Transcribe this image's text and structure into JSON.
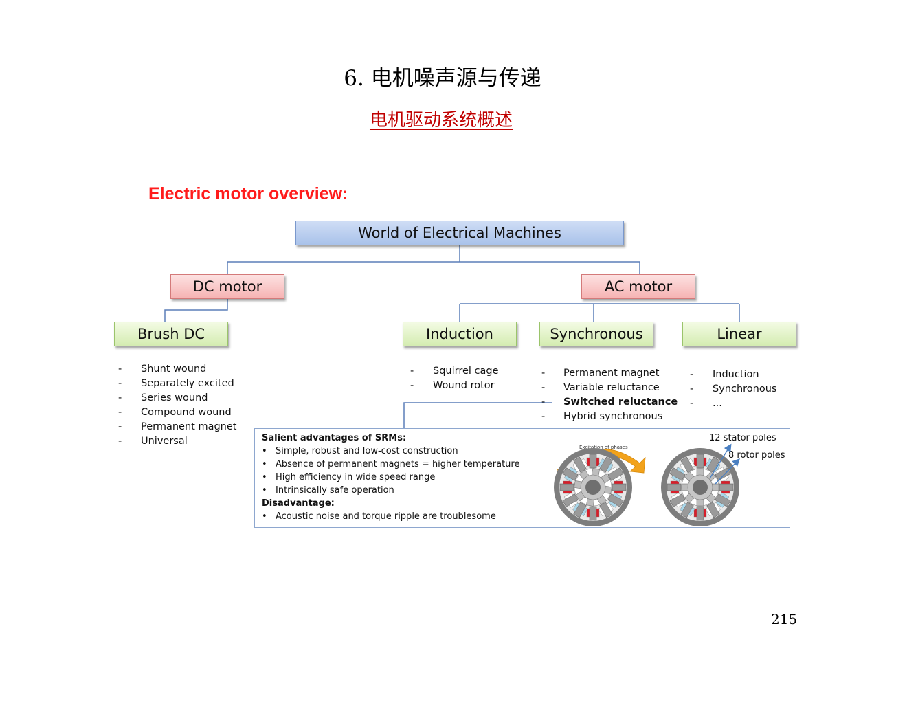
{
  "header": {
    "title": "6. 电机噪声源与传递",
    "subtitle": "电机驱动系统概述"
  },
  "overview_heading": "Electric motor overview:",
  "tree": {
    "root": "World of Electrical Machines",
    "dc": "DC motor",
    "ac": "AC motor",
    "brush_dc": "Brush DC",
    "induction": "Induction",
    "synchronous": "Synchronous",
    "linear": "Linear"
  },
  "lists": {
    "brush_dc": [
      "Shunt wound",
      "Separately excited",
      "Series wound",
      "Compound wound",
      "Permanent magnet",
      "Universal"
    ],
    "induction": [
      "Squirrel cage",
      "Wound rotor"
    ],
    "synchronous": [
      "Permanent magnet",
      "Variable reluctance",
      "Switched reluctance",
      "Hybrid synchronous"
    ],
    "linear": [
      "Induction",
      "Synchronous",
      "..."
    ]
  },
  "dash": "-",
  "srm_panel": {
    "advantages_heading": "Salient advantages of SRMs:",
    "advantages": [
      "Simple, robust and low-cost construction",
      "Absence  of permanent magnets = higher temperature",
      "High efficiency in wide speed range",
      "Intrinsically safe operation"
    ],
    "disadvantage_heading": "Disadvantage:",
    "disadvantages": [
      "Acoustic noise and torque ripple are troublesome"
    ],
    "bullet": "•",
    "excitation_label": "Excitation of phases",
    "stator_poles_label": "12 stator poles",
    "rotor_poles_label": "8 rotor poles"
  },
  "colors": {
    "title_red": "#c00000",
    "heading_red": "#ff1c1c",
    "connector": "#5b7fb9",
    "phase_red": "#d81e2a",
    "phase_blue": "#a9d7ea",
    "arrow_orange": "#f2a21b"
  },
  "page_number": "215"
}
